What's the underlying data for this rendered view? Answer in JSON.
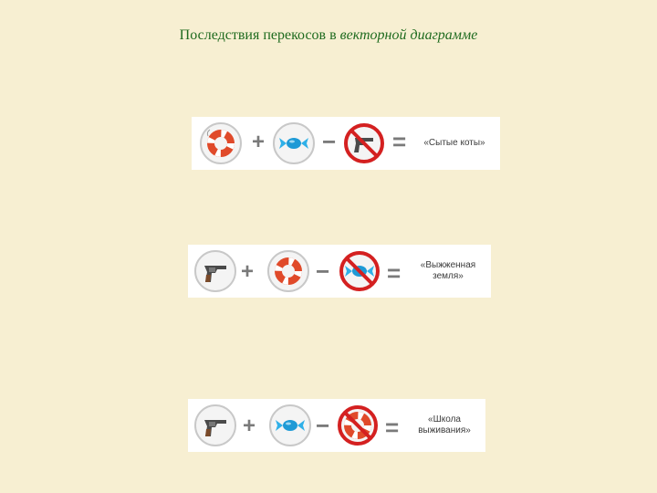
{
  "title": {
    "part1": "Последствия перекосов в ",
    "part2": "векторной диаграмме"
  },
  "operators": {
    "plus": "+",
    "minus": "−",
    "equals": "="
  },
  "rows": [
    {
      "items": [
        "lifebuoy",
        "candy"
      ],
      "excluded": "revolver",
      "result_lines": [
        "«Сытые коты»"
      ]
    },
    {
      "items": [
        "revolver",
        "lifebuoy"
      ],
      "excluded": "candy",
      "result_lines": [
        "«Выжженная",
        "земля»"
      ]
    },
    {
      "items": [
        "revolver",
        "candy"
      ],
      "excluded": "lifebuoy",
      "result_lines": [
        "«Школа",
        "выживания»"
      ]
    }
  ],
  "colors": {
    "title": "#1f6b1f",
    "background": "#f7efd2",
    "prohibition": "#d42020",
    "candy": "#1e9ad6",
    "lifebuoy": "#e04a2a",
    "revolver": "#4a4a4a"
  }
}
